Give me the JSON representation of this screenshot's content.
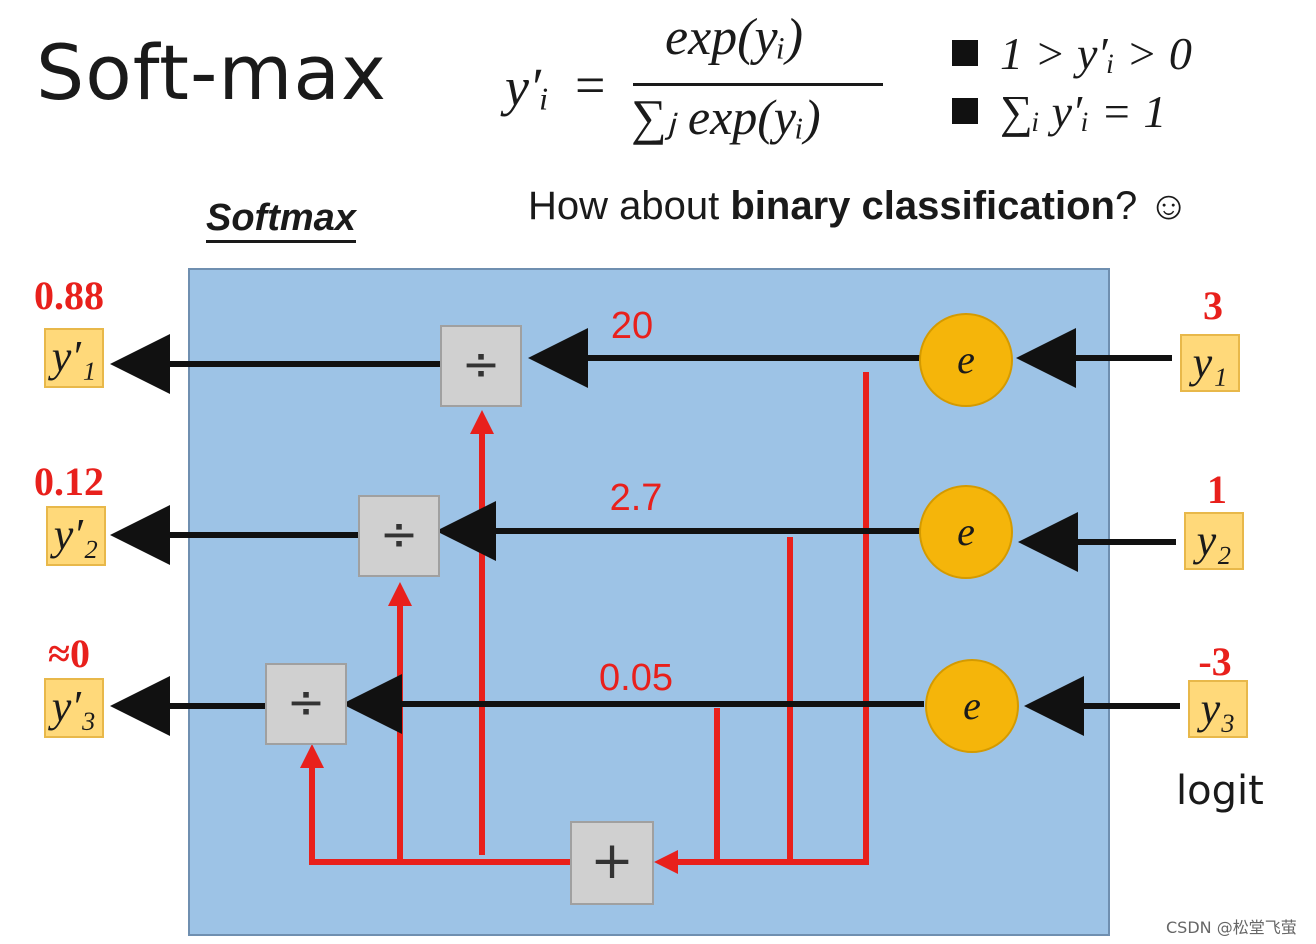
{
  "title": "Soft-max",
  "formula": {
    "lhs": "y′ᵢ",
    "equals": "=",
    "numerator": "exp(yᵢ)",
    "denominator": "∑ⱼ exp(yᵢ)"
  },
  "properties": [
    "1 > y′ᵢ > 0",
    "∑ᵢ y′ᵢ  = 1"
  ],
  "softmax_label": "Softmax",
  "question": {
    "prefix": "How about ",
    "bold": "binary classification",
    "suffix": "? ☺"
  },
  "inputs": [
    {
      "value": "3",
      "label": "y₁"
    },
    {
      "value": "1",
      "label": "y₂"
    },
    {
      "value": "-3",
      "label": "y₃"
    }
  ],
  "outputs": [
    {
      "value": "0.88",
      "label": "y′₁"
    },
    {
      "value": "0.12",
      "label": "y′₂"
    },
    {
      "value": "≈0",
      "label": "y′₃"
    }
  ],
  "exp_values": [
    "20",
    "2.7",
    "0.05"
  ],
  "exp_node_label": "e",
  "divide_symbol": "÷",
  "sum_symbol": "+",
  "logit_label": "logit",
  "watermark": "CSDN @松堂飞萤",
  "colors": {
    "box_fill": "#9dc3e6",
    "exp_node": "#f5b50a",
    "red": "#e8201c",
    "input_box": "#ffd97a",
    "op_box": "#d0d0d0"
  }
}
